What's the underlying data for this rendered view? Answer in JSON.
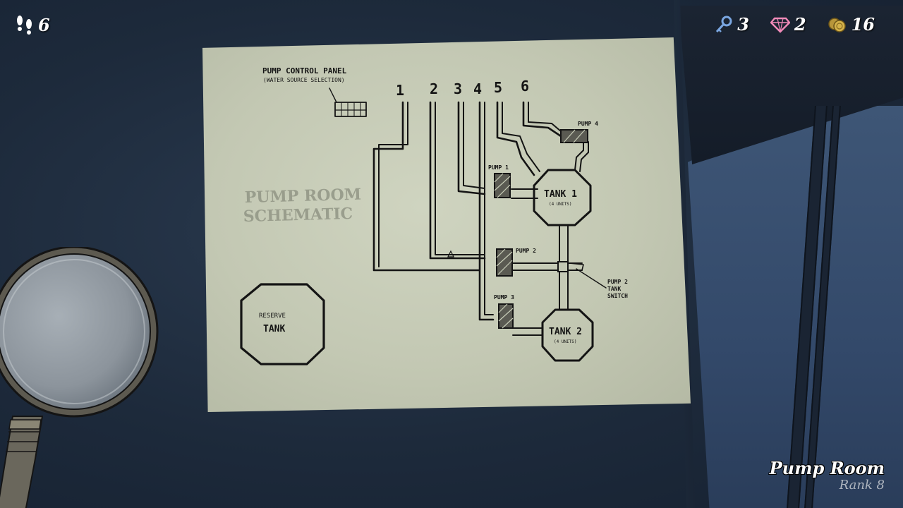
{
  "hud": {
    "steps": "6",
    "keys": "3",
    "gems": "2",
    "coins": "16"
  },
  "room": {
    "name": "Pump Room",
    "rank": "Rank 8"
  },
  "schematic": {
    "panel_title": "PUMP CONTROL PANEL",
    "panel_subtitle": "(WATER SOURCE SELECTION)",
    "title_line1": "PUMP ROOM",
    "title_line2": "SCHEMATIC",
    "source_numbers": [
      "1",
      "2",
      "3",
      "4",
      "5",
      "6"
    ],
    "pump1": "PUMP 1",
    "pump2": "PUMP 2",
    "pump3": "PUMP 3",
    "pump4": "PUMP 4",
    "tank1": "TANK 1",
    "tank1_units": "(4 UNITS)",
    "tank2": "TANK 2",
    "tank2_units": "(4 UNITS)",
    "switch_line1": "PUMP 2",
    "switch_line2": "TANK",
    "switch_line3": "SWITCH",
    "reserve_line1": "RESERVE",
    "reserve_line2": "TANK"
  },
  "colors": {
    "paper": "#c9cebb",
    "ink": "#141414",
    "key_icon": "#7aa6e0",
    "gem_icon": "#f08ab8",
    "coin_icon": "#d4b24a"
  }
}
